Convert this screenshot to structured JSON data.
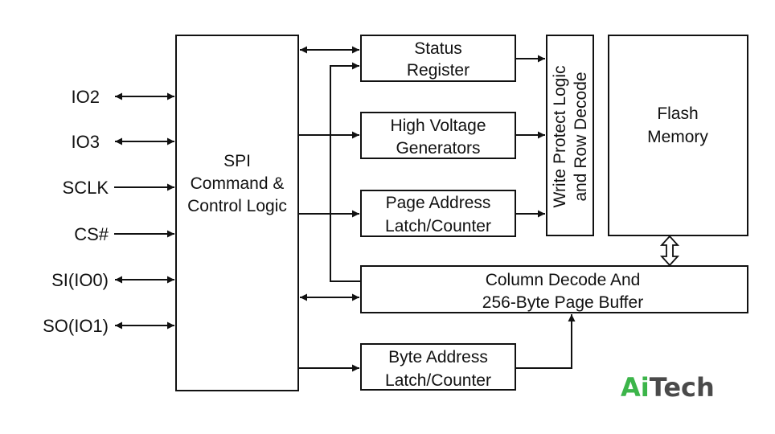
{
  "blocks": {
    "spi": [
      "SPI",
      "Command &",
      "Control Logic"
    ],
    "status_register": [
      "Status",
      "Register"
    ],
    "high_voltage": [
      "High Voltage",
      "Generators"
    ],
    "page_address": [
      "Page Address",
      "Latch/Counter"
    ],
    "write_protect": [
      "Write Protect Logic",
      "and Row Decode"
    ],
    "flash_memory": [
      "Flash",
      "Memory"
    ],
    "column_decode": [
      "Column Decode And",
      "256-Byte Page Buffer"
    ],
    "byte_address": [
      "Byte Address",
      "Latch/Counter"
    ]
  },
  "pins": [
    "IO2",
    "IO3",
    "SCLK",
    "CS#",
    "SI(IO0)",
    "SO(IO1)"
  ],
  "logo": {
    "text_a": "Ai",
    "text_b": "Tech",
    "color_a": "#3cb54a",
    "color_b": "#4a4a4a"
  }
}
